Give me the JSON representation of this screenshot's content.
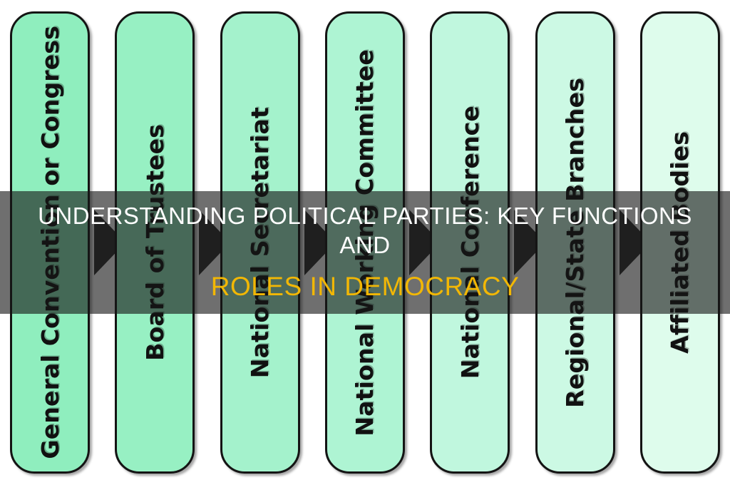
{
  "banner": {
    "line1": "UNDERSTANDING POLITICAL PARTIES: KEY FUNCTIONS AND",
    "line2": "ROLES IN DEMOCRACY",
    "line1_color": "#ffffff",
    "line2_color": "#f2b705",
    "overlay_color": "rgba(22,22,22,0.62)"
  },
  "diagram": {
    "type": "flow",
    "orientation": "horizontal",
    "connector": "right-arrow",
    "nodes": [
      {
        "label": "General Convention or Congress",
        "fill": "#8FEEBE"
      },
      {
        "label": "Board of Trustees",
        "fill": "#97F0C3"
      },
      {
        "label": "National Secretariat",
        "fill": "#A4F2CC"
      },
      {
        "label": "National Working Committee",
        "fill": "#AEF4D3"
      },
      {
        "label": "National Conference",
        "fill": "#C0F7DE"
      },
      {
        "label": "Regional/State Branches",
        "fill": "#CCF9E4"
      },
      {
        "label": "Affiliated Bodies",
        "fill": "#DEFCEC"
      }
    ]
  }
}
